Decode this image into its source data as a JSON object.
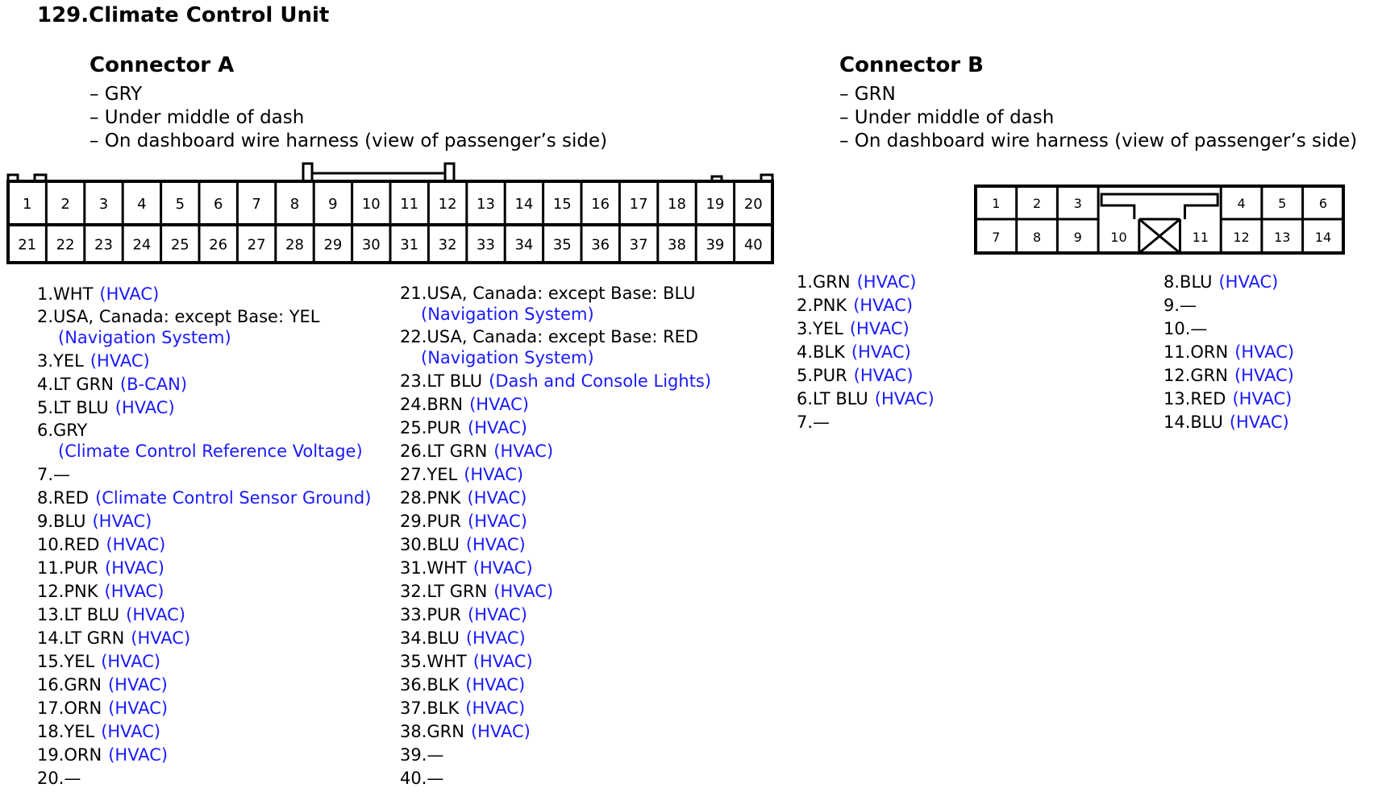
{
  "title": "129.Climate Control Unit",
  "connector_a": {
    "heading": "Connector A",
    "info": [
      "– GRY",
      "– Under middle of dash",
      "– On dashboard wire harness (view of passenger’s side)"
    ],
    "row_top": [
      "1",
      "2",
      "3",
      "4",
      "5",
      "6",
      "7",
      "8",
      "9",
      "10",
      "11",
      "12",
      "13",
      "14",
      "15",
      "16",
      "17",
      "18",
      "19",
      "20"
    ],
    "row_bottom": [
      "21",
      "22",
      "23",
      "24",
      "25",
      "26",
      "27",
      "28",
      "29",
      "30",
      "31",
      "32",
      "33",
      "34",
      "35",
      "36",
      "37",
      "38",
      "39",
      "40"
    ],
    "pins_left": [
      {
        "label": "1.WHT",
        "circuit": "(HVAC)"
      },
      {
        "label": "2.USA, Canada: except Base: YEL",
        "circuit": "(Navigation System)",
        "wrap": true
      },
      {
        "label": "3.YEL",
        "circuit": "(HVAC)"
      },
      {
        "label": "4.LT GRN",
        "circuit": "(B-CAN)"
      },
      {
        "label": "5.LT BLU",
        "circuit": "(HVAC)"
      },
      {
        "label": "6.GRY",
        "circuit": "(Climate Control Reference Voltage)",
        "wrap": true
      },
      {
        "label": "7.—",
        "circuit": ""
      },
      {
        "label": "8.RED",
        "circuit": "(Climate Control Sensor Ground)"
      },
      {
        "label": "9.BLU",
        "circuit": "(HVAC)"
      },
      {
        "label": "10.RED",
        "circuit": "(HVAC)"
      },
      {
        "label": "11.PUR",
        "circuit": "(HVAC)"
      },
      {
        "label": "12.PNK",
        "circuit": "(HVAC)"
      },
      {
        "label": "13.LT BLU",
        "circuit": "(HVAC)"
      },
      {
        "label": "14.LT GRN",
        "circuit": "(HVAC)"
      },
      {
        "label": "15.YEL",
        "circuit": "(HVAC)"
      },
      {
        "label": "16.GRN",
        "circuit": "(HVAC)"
      },
      {
        "label": "17.ORN",
        "circuit": "(HVAC)"
      },
      {
        "label": "18.YEL",
        "circuit": "(HVAC)"
      },
      {
        "label": "19.ORN",
        "circuit": "(HVAC)"
      },
      {
        "label": "20.—",
        "circuit": ""
      }
    ],
    "pins_right": [
      {
        "label": "21.USA, Canada: except Base: BLU",
        "circuit": "(Navigation System)",
        "wrap": true
      },
      {
        "label": "22.USA, Canada: except Base: RED",
        "circuit": "(Navigation System)",
        "wrap": true
      },
      {
        "label": "23.LT BLU",
        "circuit": "(Dash and Console Lights)"
      },
      {
        "label": "24.BRN",
        "circuit": "(HVAC)"
      },
      {
        "label": "25.PUR",
        "circuit": "(HVAC)"
      },
      {
        "label": "26.LT GRN",
        "circuit": "(HVAC)"
      },
      {
        "label": "27.YEL",
        "circuit": "(HVAC)"
      },
      {
        "label": "28.PNK",
        "circuit": "(HVAC)"
      },
      {
        "label": "29.PUR",
        "circuit": "(HVAC)"
      },
      {
        "label": "30.BLU",
        "circuit": "(HVAC)"
      },
      {
        "label": "31.WHT",
        "circuit": "(HVAC)"
      },
      {
        "label": "32.LT GRN",
        "circuit": "(HVAC)"
      },
      {
        "label": "33.PUR",
        "circuit": "(HVAC)"
      },
      {
        "label": "34.BLU",
        "circuit": "(HVAC)"
      },
      {
        "label": "35.WHT",
        "circuit": "(HVAC)"
      },
      {
        "label": "36.BLK",
        "circuit": "(HVAC)"
      },
      {
        "label": "37.BLK",
        "circuit": "(HVAC)"
      },
      {
        "label": "38.GRN",
        "circuit": "(HVAC)"
      },
      {
        "label": "39.—",
        "circuit": ""
      },
      {
        "label": "40.—",
        "circuit": ""
      }
    ]
  },
  "connector_b": {
    "heading": "Connector B",
    "info": [
      "– GRN",
      "– Under middle of dash",
      "– On dashboard wire harness (view of passenger’s side)"
    ],
    "row_top": [
      "1",
      "2",
      "3",
      "4",
      "5",
      "6"
    ],
    "row_bottom": [
      "7",
      "8",
      "9",
      "10",
      "11",
      "12",
      "13",
      "14"
    ],
    "pins_left": [
      {
        "label": "1.GRN",
        "circuit": "(HVAC)"
      },
      {
        "label": "2.PNK",
        "circuit": "(HVAC)"
      },
      {
        "label": "3.YEL",
        "circuit": "(HVAC)"
      },
      {
        "label": "4.BLK",
        "circuit": "(HVAC)"
      },
      {
        "label": "5.PUR",
        "circuit": "(HVAC)"
      },
      {
        "label": "6.LT BLU",
        "circuit": "(HVAC)"
      },
      {
        "label": "7.—",
        "circuit": ""
      }
    ],
    "pins_right": [
      {
        "label": "8.BLU",
        "circuit": "(HVAC)"
      },
      {
        "label": "9.—",
        "circuit": ""
      },
      {
        "label": "10.—",
        "circuit": ""
      },
      {
        "label": "11.ORN",
        "circuit": "(HVAC)"
      },
      {
        "label": "12.GRN",
        "circuit": "(HVAC)"
      },
      {
        "label": "13.RED",
        "circuit": "(HVAC)"
      },
      {
        "label": "14.BLU",
        "circuit": "(HVAC)"
      }
    ]
  },
  "colors": {
    "circuit_text": "#1a1aff",
    "text": "#000000"
  }
}
